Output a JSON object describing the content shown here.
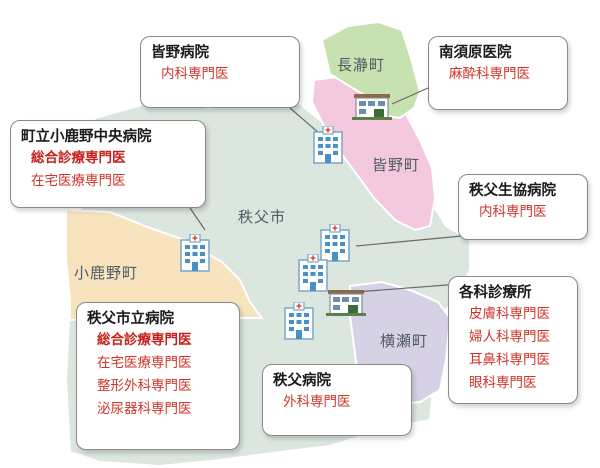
{
  "regions": {
    "nagatoro": "長瀞町",
    "minano": "皆野町",
    "chichibu": "秩父市",
    "ogano": "小鹿野町",
    "yokoze": "横瀬町"
  },
  "callouts": {
    "minano_hospital": {
      "name": "皆野病院",
      "specialties": [
        "内科専門医"
      ]
    },
    "minamisuhara": {
      "name": "南須原医院",
      "specialties": [
        "麻酔科専門医"
      ]
    },
    "ogano_central": {
      "name": "町立小鹿野中央病院",
      "specialties": [
        "総合診療専門医",
        "在宅医療専門医"
      ]
    },
    "chichibu_seikyo": {
      "name": "秩父生協病院",
      "specialties": [
        "内科専門医"
      ]
    },
    "kakka_clinic": {
      "name": "各科診療所",
      "specialties": [
        "皮膚科専門医",
        "婦人科専門医",
        "耳鼻科専門医",
        "眼科専門医"
      ]
    },
    "chichibu_city": {
      "name": "秩父市立病院",
      "specialties": [
        "総合診療専門医",
        "在宅医療専門医",
        "整形外科専門医",
        "泌尿器科専門医"
      ]
    },
    "chichibu_hospital": {
      "name": "秩父病院",
      "specialties": [
        "外科専門医"
      ]
    }
  },
  "colors": {
    "chichibu": "#dbe6df",
    "ogano": "#f7e3bd",
    "minano": "#f4c8de",
    "nagatoro": "#c7e2b0",
    "yokoze": "#d7d1e6",
    "specialty_text": "#d0352b"
  },
  "icons": {
    "hospital": "hospital-building-icon",
    "clinic": "clinic-building-icon"
  }
}
